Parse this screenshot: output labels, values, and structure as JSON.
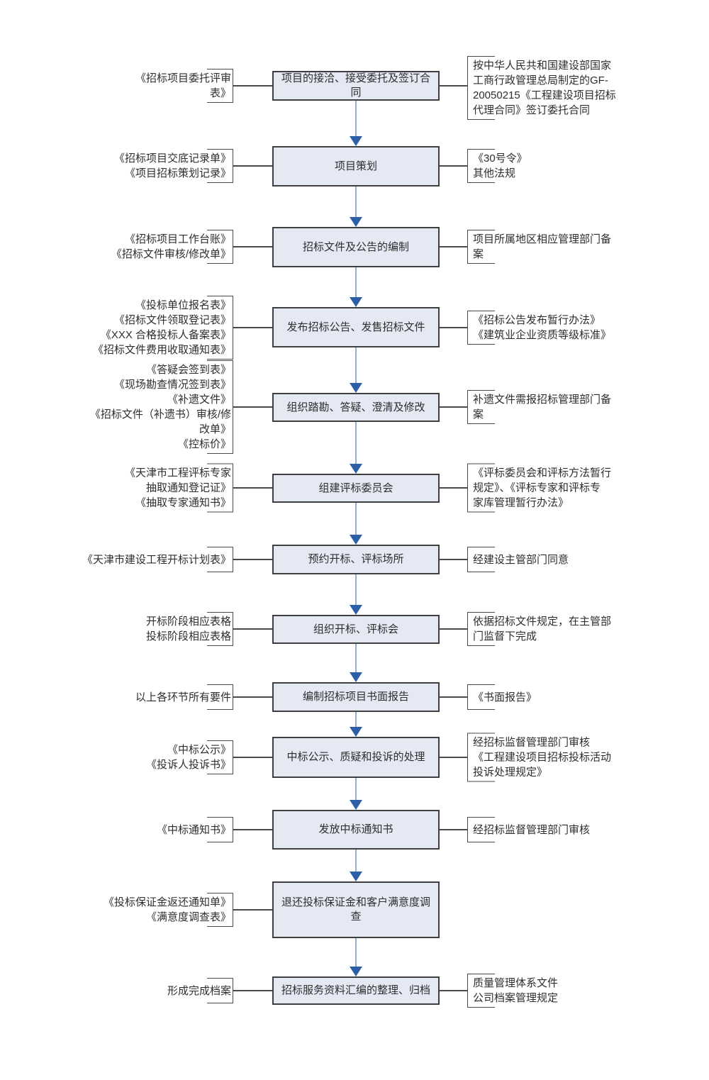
{
  "flowchart": {
    "description": "招标代理服务工作流程图",
    "colors": {
      "box_fill": "#e4e9f4",
      "box_border": "#3f3f3f",
      "connector_line": "#4a4a4a",
      "arrow_shaft": "#8fafd9",
      "arrow_head": "#2c5fa5",
      "text": "#2e2e2e",
      "background": "#ffffff"
    },
    "steps": [
      {
        "box": "项目的接洽、接受委托及签订合同",
        "left": "《招标项目委托评审\n表》",
        "right": "按中华人民共和国建设部国家\n工商行政管理总局制定的GF-\n20050215《工程建设项目招标\n代理合同》签订委托合同"
      },
      {
        "box": "项目策划",
        "left": "《招标项目交底记录单》\n《项目招标策划记录》",
        "right": "《30号令》\n其他法规"
      },
      {
        "box": "招标文件及公告的编制",
        "left": "《招标项目工作台账》\n《招标文件审核/修改单》",
        "right": "项目所属地区相应管理部门备\n案"
      },
      {
        "box": "发布招标公告、发售招标文件",
        "left": "《投标单位报名表》\n《招标文件领取登记表》\n《XXX 合格投标人备案表》\n《招标文件费用收取通知表》",
        "right": "《招标公告发布暂行办法》\n《建筑业企业资质等级标准》"
      },
      {
        "box": "组织踏勘、答疑、澄清及修改",
        "left": "《答疑会签到表》\n《现场勘查情况签到表》\n《补遗文件》\n《招标文件（补遗书）审核/修\n改单》\n《控标价》",
        "right": "补遗文件需报招标管理部门备\n案"
      },
      {
        "box": "组建评标委员会",
        "left": "《天津市工程评标专家\n抽取通知登记证》\n《抽取专家通知书》",
        "right": "《评标委员会和评标方法暂行\n规定》、《评标专家和评标专\n家库管理暂行办法》"
      },
      {
        "box": "预约开标、评标场所",
        "left": "《天津市建设工程开标计划表》",
        "right": "经建设主管部门同意"
      },
      {
        "box": "组织开标、评标会",
        "left": "开标阶段相应表格\n投标阶段相应表格",
        "right": "依据招标文件规定，在主管部\n门监督下完成"
      },
      {
        "box": "编制招标项目书面报告",
        "left": "以上各环节所有要件",
        "right": "《书面报告》"
      },
      {
        "box": "中标公示、质疑和投诉的处理",
        "left": "《中标公示》\n《投诉人投诉书》",
        "right": "经招标监督管理部门审核\n《工程建设项目招标投标活动\n投诉处理规定》"
      },
      {
        "box": "发放中标通知书",
        "left": "《中标通知书》",
        "right": "经招标监督管理部门审核"
      },
      {
        "box": "退还投标保证金和客户满意度调查",
        "left": "《投标保证金返还通知单》\n《满意度调查表》",
        "right": null
      },
      {
        "box": "招标服务资料汇编的整理、归档",
        "left": "形成完成档案",
        "right": "质量管理体系文件\n公司档案管理规定"
      }
    ]
  }
}
